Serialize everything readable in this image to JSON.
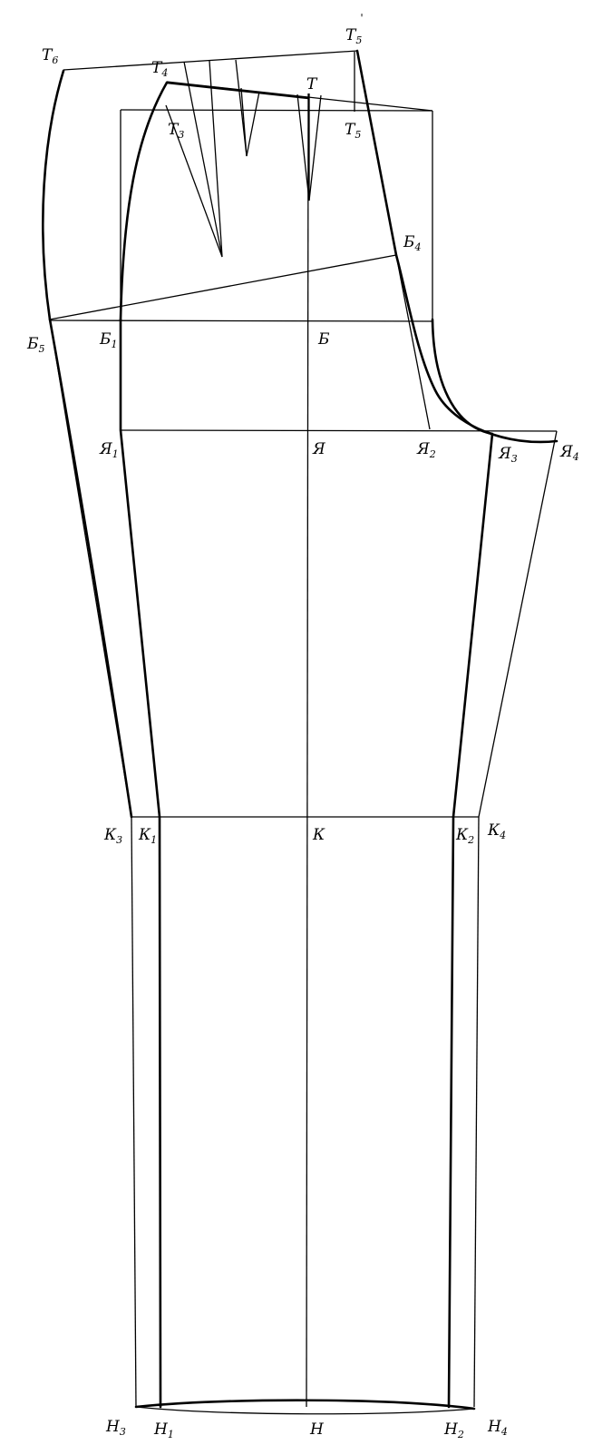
{
  "diagram": {
    "points": {
      "T6": {
        "base": "Т",
        "sub": "6"
      },
      "T4": {
        "base": "Т",
        "sub": "4"
      },
      "T3": {
        "base": "Т",
        "sub": "3"
      },
      "T": {
        "base": "Т",
        "sub": ""
      },
      "T5": {
        "base": "Т",
        "sub": "5"
      },
      "T5prime": {
        "base": "Т",
        "sub": "5",
        "mark": "'"
      },
      "B4": {
        "base": "Б",
        "sub": "4"
      },
      "B5": {
        "base": "Б",
        "sub": "5"
      },
      "B1": {
        "base": "Б",
        "sub": "1"
      },
      "B": {
        "base": "Б",
        "sub": ""
      },
      "Ya1": {
        "base": "Я",
        "sub": "1"
      },
      "Ya": {
        "base": "Я",
        "sub": ""
      },
      "Ya2": {
        "base": "Я",
        "sub": "2"
      },
      "Ya3": {
        "base": "Я",
        "sub": "3"
      },
      "Ya4": {
        "base": "Я",
        "sub": "4"
      },
      "K3": {
        "base": "К",
        "sub": "3"
      },
      "K1": {
        "base": "К",
        "sub": "1"
      },
      "K": {
        "base": "К",
        "sub": ""
      },
      "K2": {
        "base": "К",
        "sub": "2"
      },
      "K4": {
        "base": "К",
        "sub": "4"
      },
      "H3": {
        "base": "Н",
        "sub": "3"
      },
      "H1": {
        "base": "Н",
        "sub": "1"
      },
      "H": {
        "base": "Н",
        "sub": ""
      },
      "H2": {
        "base": "Н",
        "sub": "2"
      },
      "H4": {
        "base": "Н",
        "sub": "4"
      }
    },
    "colors": {
      "ink": "#000000",
      "paper": "#ffffff"
    }
  }
}
